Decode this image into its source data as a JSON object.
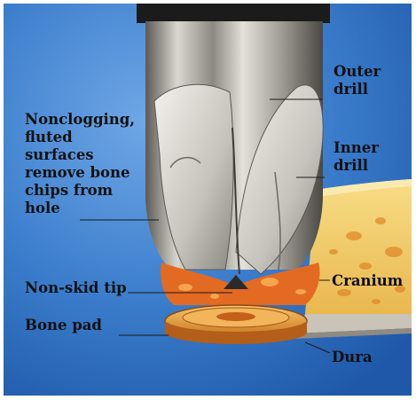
{
  "labels": {
    "outer_drill_1": "Outer",
    "outer_drill_2": "drill",
    "inner_drill_1": "Inner",
    "inner_drill_2": "drill",
    "nonclogging_1": "Nonclogging,",
    "nonclogging_2": "fluted",
    "nonclogging_3": "surfaces",
    "nonclogging_4": "remove bone",
    "nonclogging_5": "chips from",
    "nonclogging_6": "hole",
    "non_skid_tip": "Non-skid tip",
    "cranium": "Cranium",
    "bone_pad": "Bone pad",
    "dura": "Dura"
  },
  "colors": {
    "background_blue": "#2e6fc0",
    "steel": "#b9b6b0",
    "bone": "#f0cc6a",
    "bone_chips": "#e8702a",
    "pad": "#e7a13a"
  }
}
